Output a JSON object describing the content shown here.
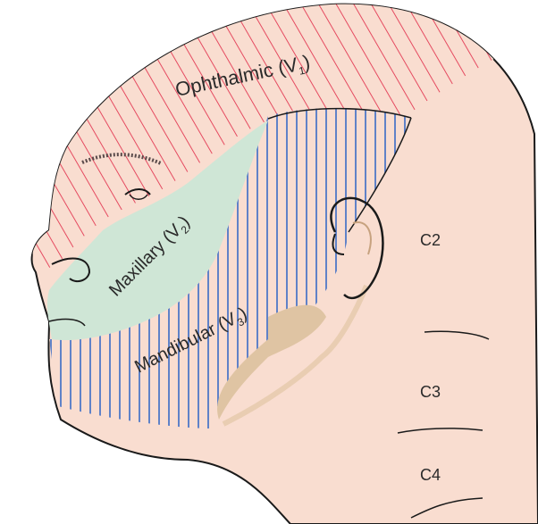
{
  "diagram": {
    "regions": [
      {
        "id": "ophthalmic",
        "label": "Ophthalmic (V",
        "subscript": "1",
        "suffix": ")",
        "color": "#e33a54",
        "pattern": "diagonal-stripes"
      },
      {
        "id": "maxillary",
        "label": "Maxillary (V",
        "subscript": "2",
        "suffix": ")",
        "color": "#cfe6d6"
      },
      {
        "id": "mandibular",
        "label": "Mandibular (V",
        "subscript": "3",
        "suffix": ")",
        "color": "#4f78c8",
        "pattern": "vertical-stripes"
      }
    ],
    "cervical_labels": [
      "C2",
      "C3",
      "C4"
    ],
    "skin_color": "#f9ddd0",
    "outline_color": "#1a1a1a"
  }
}
